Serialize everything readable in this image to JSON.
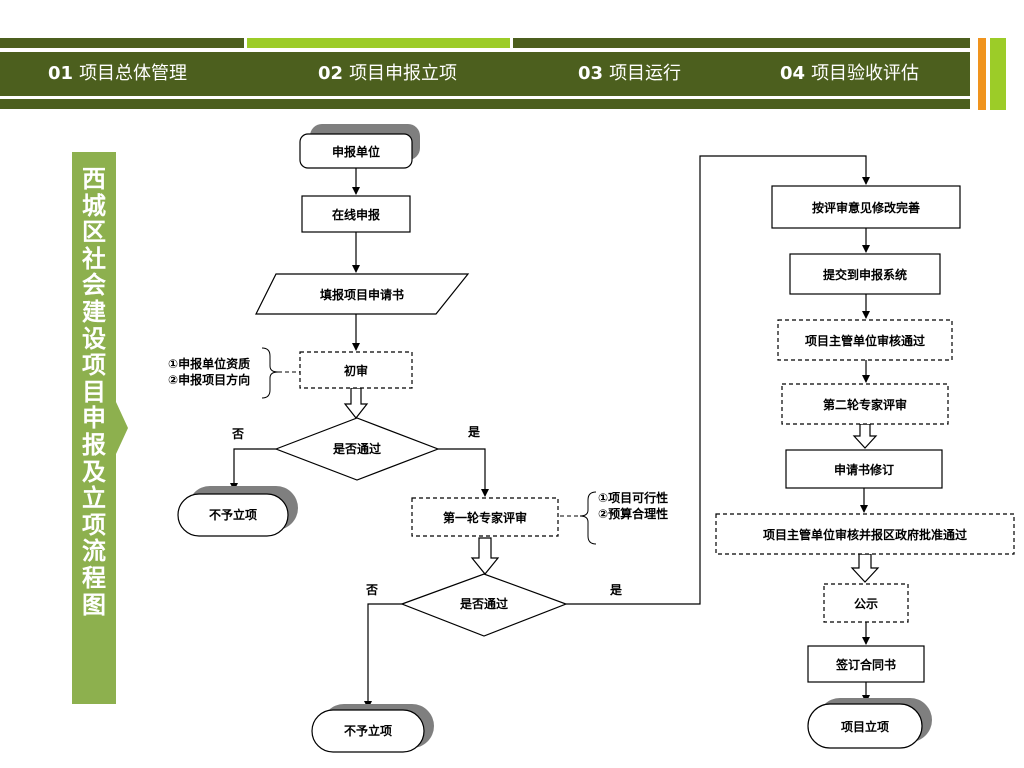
{
  "colors": {
    "dark_green": "#4c5f1e",
    "light_green": "#9ccc28",
    "title_green": "#8db04e",
    "orange": "#f0941e",
    "shadow_gray": "#7f7f7f"
  },
  "nav": {
    "items": [
      {
        "num": "01",
        "label": "项目总体管理"
      },
      {
        "num": "02",
        "label": "项目申报立项"
      },
      {
        "num": "03",
        "label": "项目运行"
      },
      {
        "num": "04",
        "label": "项目验收评估"
      }
    ]
  },
  "side_title": "西城区社会建设项目申报及立项流程图",
  "flow": {
    "applicant": "申报单位",
    "online_apply": "在线申报",
    "fill_form": "填报项目申请书",
    "initial_review": "初审",
    "initial_note_1": "①申报单位资质",
    "initial_note_2": "②申报项目方向",
    "decision_1": "是否通过",
    "no_1": "否",
    "yes_1": "是",
    "reject_1": "不予立项",
    "expert_review_1": "第一轮专家评审",
    "expert_note_1": "①项目可行性",
    "expert_note_2": "②预算合理性",
    "decision_2": "是否通过",
    "no_2": "否",
    "yes_2": "是",
    "reject_2": "不予立项",
    "revise": "按评审意见修改完善",
    "submit_system": "提交到申报系统",
    "dept_approval": "项目主管单位审核通过",
    "expert_review_2": "第二轮专家评审",
    "form_revision": "申请书修订",
    "gov_approval": "项目主管单位审核并报区政府批准通过",
    "publicity": "公示",
    "sign_contract": "签订合同书",
    "project_approved": "项目立项"
  }
}
